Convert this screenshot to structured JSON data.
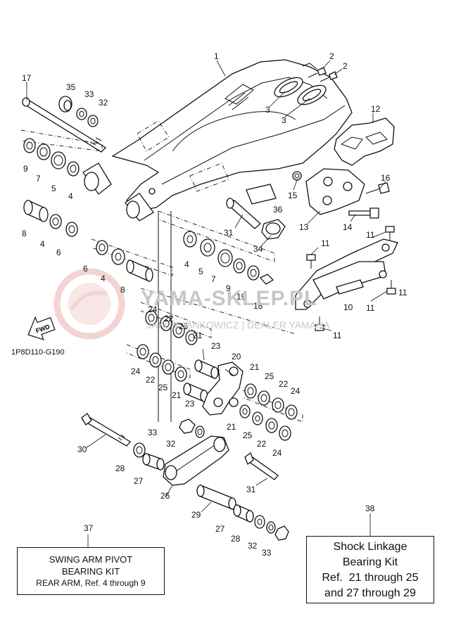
{
  "diagram_code": "1P8D110-G190",
  "fwd_label": "FWD",
  "watermark": {
    "brand": "YAMA-SKLEP.PL",
    "subtitle": "JAKUB JANKOWICZ | DEALER YAMAHA"
  },
  "kit_left": {
    "ref": "37",
    "line1": "SWING ARM PIVOT",
    "line2": "BEARING KIT",
    "line3": "REAR ARM, Ref. 4 through 9"
  },
  "kit_right": {
    "ref": "38",
    "line1": "Shock Linkage",
    "line2": "Bearing Kit",
    "line3": "Ref.  21 through 25",
    "line4": "and 27 through 29"
  },
  "callouts": [
    "1",
    "2",
    "2",
    "3",
    "3",
    "17",
    "35",
    "33",
    "32",
    "12",
    "9",
    "7",
    "5",
    "4",
    "16",
    "15",
    "36",
    "31",
    "13",
    "14",
    "11",
    "8",
    "4",
    "6",
    "11",
    "4",
    "5",
    "7",
    "9",
    "19",
    "18",
    "34",
    "6",
    "4",
    "8",
    "11",
    "10",
    "11",
    "11",
    "24",
    "22",
    "25",
    "21",
    "23",
    "20",
    "24",
    "22",
    "25",
    "21",
    "23",
    "21",
    "25",
    "22",
    "24",
    "21",
    "25",
    "22",
    "24",
    "33",
    "32",
    "30",
    "28",
    "27",
    "26",
    "31",
    "29",
    "27",
    "28",
    "32",
    "33"
  ],
  "colors": {
    "line": "#111111",
    "watermark": "#c7c7c7",
    "logo": "#e8a0a0"
  }
}
